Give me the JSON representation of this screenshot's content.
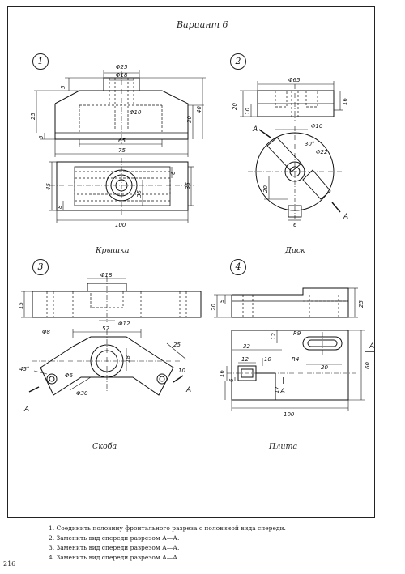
{
  "header": {
    "title": "Вариант 6"
  },
  "parts": [
    {
      "number": "1",
      "caption": "Крышка"
    },
    {
      "number": "2",
      "caption": "Диск"
    },
    {
      "number": "3",
      "caption": "Скоба"
    },
    {
      "number": "4",
      "caption": "Плита"
    }
  ],
  "instructions": [
    "1. Соединить половину фронтального разреза с половиной вида спереди.",
    "2. Заменить вид спереди разрезом А—А.",
    "3. Заменить вид спереди разрезом А—А.",
    "4. Заменить вид спереди разрезом А—А."
  ],
  "page_number": "216",
  "dims": {
    "p1": {
      "d25": "Φ25",
      "d18": "Φ18",
      "d10": "Φ10",
      "v5a": "5",
      "v25": "25",
      "v5b": "5",
      "v30": "30",
      "v40": "40",
      "h65": "65",
      "h75": "75",
      "v45": "45",
      "v6": "6",
      "v35a": "35",
      "v35b": "35",
      "v8": "8",
      "h100": "100"
    },
    "p2": {
      "d65": "Φ65",
      "v20": "20",
      "v10": "10",
      "v16": "16",
      "d10": "Φ10",
      "a30": "30°",
      "d22": "Φ22",
      "v20b": "20",
      "h6": "6",
      "secA": "А"
    },
    "p3": {
      "d18": "Φ18",
      "d12": "Φ12",
      "v15": "15",
      "d8": "Φ8",
      "h52": "52",
      "v18": "18",
      "d6": "Φ6",
      "a45": "45°",
      "d30": "Φ30",
      "v25": "25",
      "v10": "10",
      "secA": "А"
    },
    "p4": {
      "v20": "20",
      "v9": "9",
      "v25": "25",
      "h32": "32",
      "v12": "12",
      "r9": "R9",
      "h12": "12",
      "v10": "10",
      "r4": "R4",
      "h20": "20",
      "v60": "60",
      "v16": "16",
      "v6": "6",
      "v17": "17",
      "h100": "100",
      "secA": "А"
    }
  }
}
